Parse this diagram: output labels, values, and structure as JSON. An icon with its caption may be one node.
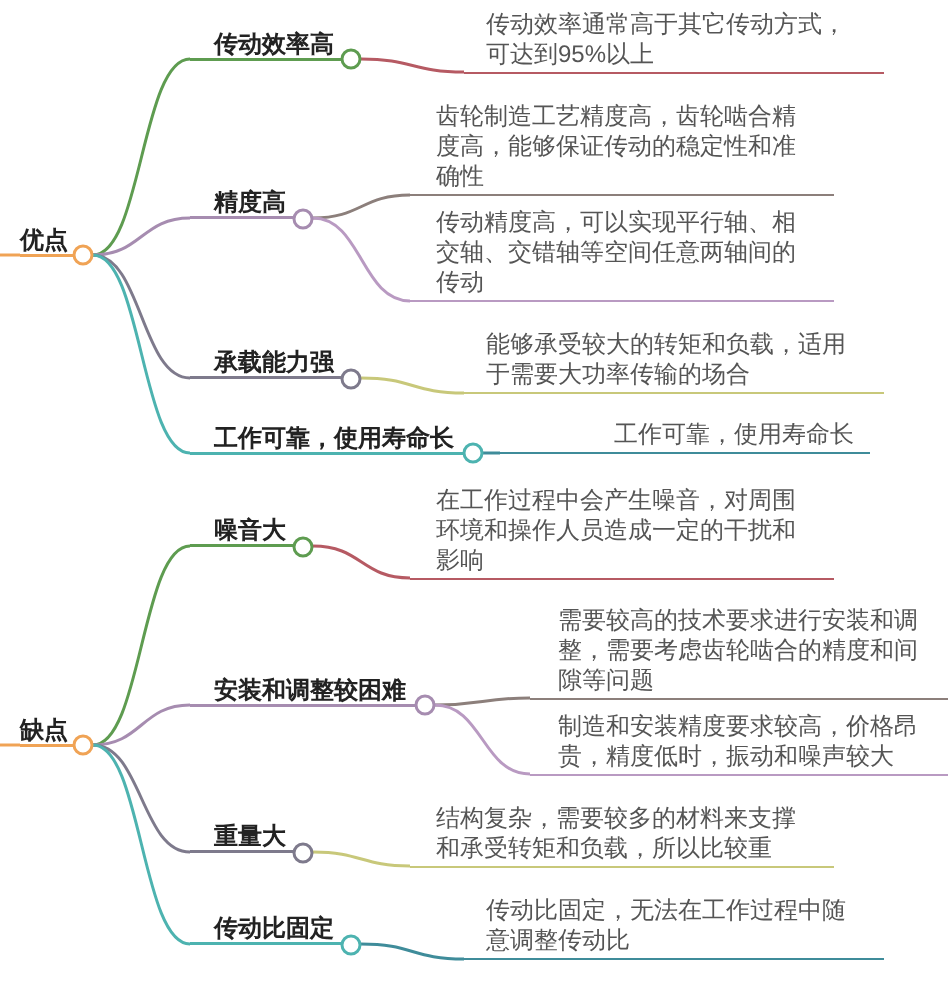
{
  "diagram": {
    "nodes": [
      {
        "text": [
          "优点"
        ]
      },
      {
        "text": [
          "传动效率高"
        ]
      },
      {
        "text": [
          "传动效率通常高于其它传动方式，可达到95%以上"
        ]
      },
      {
        "text": [
          "精度高"
        ]
      },
      {
        "text": [
          "齿轮制造工艺精度高，齿轮啮合精度高，能够保证传动的稳定性和准确性"
        ]
      },
      {
        "text": [
          "传动精度高，可以实现平行轴、相交轴、交错轴等空间任意两轴间的传动"
        ]
      },
      {
        "text": [
          "承载能力强"
        ]
      },
      {
        "text": [
          "能够承受较大的转矩和负载，适用于需要大功率传输的场合"
        ]
      },
      {
        "text": [
          "工作可靠，使用寿命长"
        ]
      },
      {
        "text": [
          "工作可靠，使用寿命长"
        ]
      },
      {
        "text": [
          "缺点"
        ]
      },
      {
        "text": [
          "噪音大"
        ]
      },
      {
        "text": [
          "在工作过程中会产生噪音，对周围环境和操作人员造成一定的干扰和影响"
        ]
      },
      {
        "text": [
          "安装和调整较困难"
        ]
      },
      {
        "text": [
          "需要较高的技术要求进行安装和调整，需要考虑齿轮啮合的精度和间隙等问题"
        ]
      },
      {
        "text": [
          "制造和安装精度要求较高，价格昂贵，精度低时，振动和噪声较大"
        ]
      },
      {
        "text": [
          "重量大"
        ]
      },
      {
        "text": [
          "结构复杂，需要较多的材料来支撑和承受转矩和负载，所以比较重"
        ]
      },
      {
        "text": [
          "传动比固定"
        ]
      },
      {
        "text": [
          "传动比固定，无法在工作过程中随意调整传动比"
        ]
      }
    ],
    "edges": [
      {
        "from": null,
        "to": 0,
        "arrow": "none",
        "color": "#f0a355"
      },
      {
        "from": 0,
        "to": 1,
        "arrow": "none",
        "color": "#5e9c50"
      },
      {
        "from": 1,
        "to": 2,
        "arrow": "none",
        "color": "#b65a63"
      },
      {
        "from": 0,
        "to": 3,
        "arrow": "none",
        "color": "#a68cb0"
      },
      {
        "from": 3,
        "to": 4,
        "arrow": "none",
        "color": "#8c7f7b"
      },
      {
        "from": 3,
        "to": 5,
        "arrow": "none",
        "color": "#b99ac2"
      },
      {
        "from": 0,
        "to": 6,
        "arrow": "none",
        "color": "#7e7a8c"
      },
      {
        "from": 6,
        "to": 7,
        "arrow": "none",
        "color": "#c8c87a"
      },
      {
        "from": 0,
        "to": 8,
        "arrow": "none",
        "color": "#4db3b0"
      },
      {
        "from": 8,
        "to": 9,
        "arrow": "none",
        "color": "#3f8c9a"
      },
      {
        "from": null,
        "to": 10,
        "arrow": "none",
        "color": "#f0a355"
      },
      {
        "from": 10,
        "to": 11,
        "arrow": "none",
        "color": "#5e9c50"
      },
      {
        "from": 11,
        "to": 12,
        "arrow": "none",
        "color": "#b65a63"
      },
      {
        "from": 10,
        "to": 13,
        "arrow": "none",
        "color": "#a68cb0"
      },
      {
        "from": 13,
        "to": 14,
        "arrow": "none",
        "color": "#8c7f7b"
      },
      {
        "from": 13,
        "to": 15,
        "arrow": "none",
        "color": "#b99ac2"
      },
      {
        "from": 10,
        "to": 16,
        "arrow": "none",
        "color": "#7e7a8c"
      },
      {
        "from": 16,
        "to": 17,
        "arrow": "none",
        "color": "#c8c87a"
      },
      {
        "from": 10,
        "to": 18,
        "arrow": "none",
        "color": "#4db3b0"
      },
      {
        "from": 18,
        "to": 19,
        "arrow": "none",
        "color": "#3f8c9a"
      }
    ]
  }
}
